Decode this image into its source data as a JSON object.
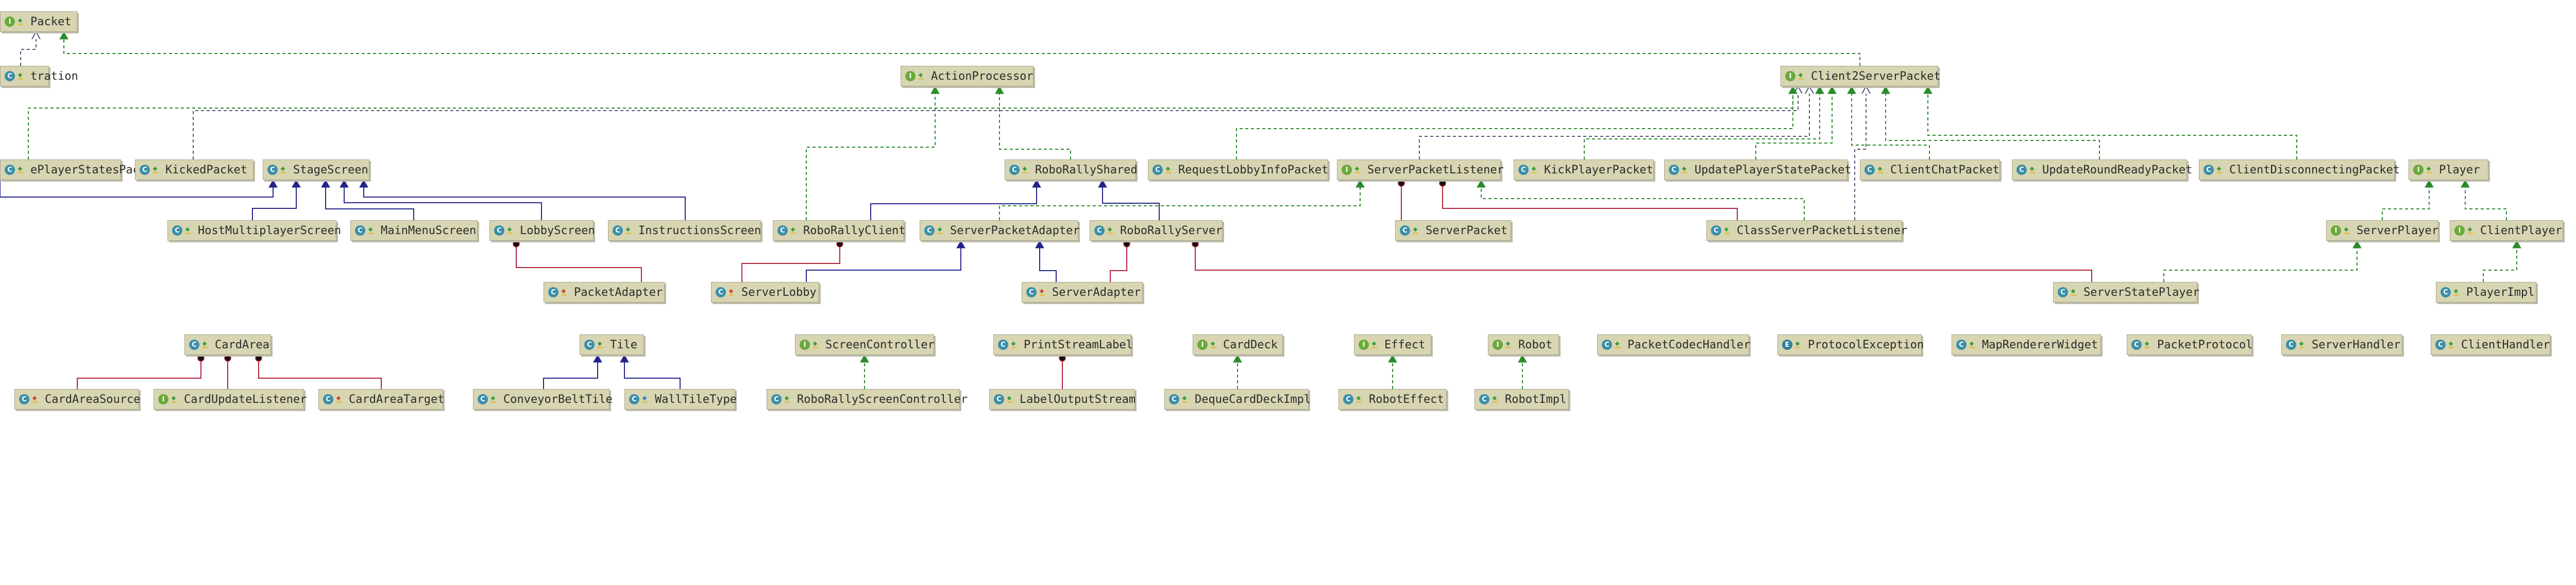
{
  "diagram": {
    "colors": {
      "background": "#ffffff",
      "node_fill": "#d8d5b2",
      "implements_edge": "#2b8a2b",
      "extends_edge": "#23238a",
      "inner_class_edge": "#b1203a",
      "dependency_edge": "#555577",
      "class_badge": "#3a8fa8",
      "interface_badge": "#6aa93a"
    },
    "nodes": [
      {
        "id": "packet",
        "label": "Packet",
        "kind": "interface",
        "vis": "pub"
      },
      {
        "id": "registration",
        "label": "tration",
        "kind": "class",
        "vis": "pub"
      },
      {
        "id": "actionprocessor",
        "label": "ActionProcessor",
        "kind": "interface",
        "vis": "pub"
      },
      {
        "id": "client2serverpacket",
        "label": "Client2ServerPacket",
        "kind": "interface",
        "vis": "pub"
      },
      {
        "id": "updateplayerstatespacket",
        "label": "ePlayerStatesPacket",
        "kind": "class",
        "vis": "pub"
      },
      {
        "id": "kickedpacket",
        "label": "KickedPacket",
        "kind": "class",
        "vis": "pub"
      },
      {
        "id": "stagescreen",
        "label": "StageScreen",
        "kind": "class",
        "vis": "pub"
      },
      {
        "id": "roborallyshared",
        "label": "RoboRallyShared",
        "kind": "class",
        "vis": "pub"
      },
      {
        "id": "requestlobbyinfopacket",
        "label": "RequestLobbyInfoPacket",
        "kind": "class",
        "vis": "pub"
      },
      {
        "id": "serverpacketlistener",
        "label": "ServerPacketListener",
        "kind": "interface",
        "vis": "pub"
      },
      {
        "id": "kickplayerpacket",
        "label": "KickPlayerPacket",
        "kind": "class",
        "vis": "pub"
      },
      {
        "id": "updateplayerstatepacket",
        "label": "UpdatePlayerStatePacket",
        "kind": "class",
        "vis": "pub"
      },
      {
        "id": "clientchatpacket",
        "label": "ClientChatPacket",
        "kind": "class",
        "vis": "pub"
      },
      {
        "id": "updateroundreadypacket",
        "label": "UpdateRoundReadyPacket",
        "kind": "class",
        "vis": "pub"
      },
      {
        "id": "clientdisconnectingpacket",
        "label": "ClientDisconnectingPacket",
        "kind": "class",
        "vis": "pub"
      },
      {
        "id": "player",
        "label": "Player",
        "kind": "interface",
        "vis": "pub"
      },
      {
        "id": "hostmultiplayerscreen",
        "label": "HostMultiplayerScreen",
        "kind": "class",
        "vis": "pub"
      },
      {
        "id": "mainmenuscreen",
        "label": "MainMenuScreen",
        "kind": "class",
        "vis": "pub"
      },
      {
        "id": "lobbyscreen",
        "label": "LobbyScreen",
        "kind": "class",
        "vis": "pub"
      },
      {
        "id": "instructionsscreen",
        "label": "InstructionsScreen",
        "kind": "class",
        "vis": "pub"
      },
      {
        "id": "roborallyclient",
        "label": "RoboRallyClient",
        "kind": "class",
        "vis": "pub"
      },
      {
        "id": "serverpacketadapter",
        "label": "ServerPacketAdapter",
        "kind": "class",
        "vis": "pub"
      },
      {
        "id": "roborallyserver",
        "label": "RoboRallyServer",
        "kind": "class",
        "vis": "pub"
      },
      {
        "id": "serverpacket",
        "label": "ServerPacket",
        "kind": "class",
        "vis": "pub"
      },
      {
        "id": "classserverpacketlistener",
        "label": "ClassServerPacketListener",
        "kind": "class",
        "vis": "pub"
      },
      {
        "id": "serverplayer",
        "label": "ServerPlayer",
        "kind": "interface",
        "vis": "pub"
      },
      {
        "id": "clientplayer",
        "label": "ClientPlayer",
        "kind": "interface",
        "vis": "pub"
      },
      {
        "id": "packetadapter",
        "label": "PacketAdapter",
        "kind": "class",
        "vis": "priv"
      },
      {
        "id": "serverlobby",
        "label": "ServerLobby",
        "kind": "class",
        "vis": "priv"
      },
      {
        "id": "serveradapter",
        "label": "ServerAdapter",
        "kind": "class",
        "vis": "priv"
      },
      {
        "id": "serverstateplayer",
        "label": "ServerStatePlayer",
        "kind": "class",
        "vis": "pub"
      },
      {
        "id": "playerimpl",
        "label": "PlayerImpl",
        "kind": "class",
        "vis": "pub"
      },
      {
        "id": "cardarea",
        "label": "CardArea",
        "kind": "class",
        "vis": "pub"
      },
      {
        "id": "tile",
        "label": "Tile",
        "kind": "class",
        "vis": "pub"
      },
      {
        "id": "screencontroller",
        "label": "ScreenController",
        "kind": "interface",
        "vis": "pub"
      },
      {
        "id": "printstreamlabel",
        "label": "PrintStreamLabel",
        "kind": "class",
        "vis": "pub"
      },
      {
        "id": "carddeck",
        "label": "CardDeck",
        "kind": "interface",
        "vis": "pub"
      },
      {
        "id": "effect",
        "label": "Effect",
        "kind": "interface",
        "vis": "pub"
      },
      {
        "id": "robot",
        "label": "Robot",
        "kind": "interface",
        "vis": "pub"
      },
      {
        "id": "packetcodechandler",
        "label": "PacketCodecHandler",
        "kind": "class",
        "vis": "pub"
      },
      {
        "id": "protocolexception",
        "label": "ProtocolException",
        "kind": "exception",
        "vis": "pub"
      },
      {
        "id": "maprendererwidget",
        "label": "MapRendererWidget",
        "kind": "class",
        "vis": "pub"
      },
      {
        "id": "packetprotocol",
        "label": "PacketProtocol",
        "kind": "class",
        "vis": "pub"
      },
      {
        "id": "serverhandler",
        "label": "ServerHandler",
        "kind": "class",
        "vis": "pub"
      },
      {
        "id": "clienthandler",
        "label": "ClientHandler",
        "kind": "class",
        "vis": "pub"
      },
      {
        "id": "cardareasource",
        "label": "CardAreaSource",
        "kind": "class",
        "vis": "priv"
      },
      {
        "id": "cardupdatelistener",
        "label": "CardUpdateListener",
        "kind": "interface",
        "vis": "pub"
      },
      {
        "id": "cardareatarget",
        "label": "CardAreaTarget",
        "kind": "class",
        "vis": "priv"
      },
      {
        "id": "conveyorbelttile",
        "label": "ConveyorBeltTile",
        "kind": "class",
        "vis": "pub"
      },
      {
        "id": "walltiletype",
        "label": "WallTileType",
        "kind": "class",
        "vis": "pkg"
      },
      {
        "id": "roborallyscreencontroller",
        "label": "RoboRallyScreenController",
        "kind": "class",
        "vis": "pub"
      },
      {
        "id": "labeloutputstream",
        "label": "LabelOutputStream",
        "kind": "class",
        "vis": "pub"
      },
      {
        "id": "dequecarddeckimpl",
        "label": "DequeCardDeckImpl",
        "kind": "class",
        "vis": "pub"
      },
      {
        "id": "roboteffect",
        "label": "RobotEffect",
        "kind": "class",
        "vis": "pub"
      },
      {
        "id": "robotimpl",
        "label": "RobotImpl",
        "kind": "class",
        "vis": "pub"
      }
    ]
  }
}
